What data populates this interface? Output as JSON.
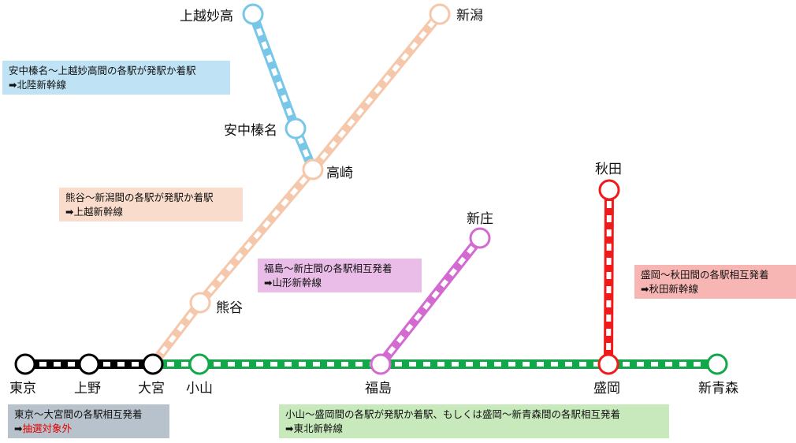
{
  "lines": [
    {
      "id": "tokyo-omiya",
      "color": "#000000",
      "stations": [
        "東京",
        "上野",
        "大宮"
      ]
    },
    {
      "id": "tohoku",
      "color": "#12a84a",
      "stations": [
        "大宮",
        "小山",
        "福島",
        "盛岡",
        "新青森"
      ]
    },
    {
      "id": "joetsu",
      "color": "#f5c7ab",
      "stations": [
        "大宮",
        "熊谷",
        "高崎",
        "新潟"
      ]
    },
    {
      "id": "hokuriku",
      "color": "#78c6e8",
      "stations": [
        "高崎",
        "安中榛名",
        "上越妙高"
      ]
    },
    {
      "id": "yamagata",
      "color": "#d36ad1",
      "stations": [
        "福島",
        "新庄"
      ]
    },
    {
      "id": "akita",
      "color": "#f01a1a",
      "stations": [
        "盛岡",
        "秋田"
      ]
    }
  ],
  "stations": {
    "tokyo": "東京",
    "ueno": "上野",
    "omiya": "大宮",
    "oyama": "小山",
    "fukushima": "福島",
    "morioka": "盛岡",
    "shinaomori": "新青森",
    "kumagaya": "熊谷",
    "takasaki": "高崎",
    "niigata": "新潟",
    "annakaharuna": "安中榛名",
    "joetsumyoko": "上越妙高",
    "shinjo": "新庄",
    "akita": "秋田"
  },
  "notes": {
    "hokuriku": {
      "line1": "安中榛名～上越妙高間の各駅が発駅か着駅",
      "arrow": "➡",
      "line2": "北陸新幹線",
      "color": "#bfe3f5"
    },
    "joetsu": {
      "line1": "熊谷～新潟間の各駅が発駅か着駅",
      "arrow": "➡",
      "line2": "上越新幹線",
      "color": "#f9dccb"
    },
    "yamagata": {
      "line1": "福島～新庄間の各駅相互発着",
      "arrow": "➡",
      "line2": "山形新幹線",
      "color": "#e9bde8"
    },
    "akita": {
      "line1": "盛岡～秋田間の各駅相互発着",
      "arrow": "➡",
      "line2": "秋田新幹線",
      "color": "#f7b6b4"
    },
    "tokyo": {
      "line1": "東京～大宮間の各駅相互発着",
      "arrow": "➡",
      "line2": "抽選対象外",
      "color": "#b8c2cc"
    },
    "tohoku": {
      "line1": "小山～盛岡間の各駅が発駅か着駅、もしくは盛岡～新青森間の各駅相互発着",
      "arrow": "➡",
      "line2": "東北新幹線",
      "color": "#c8e9bc"
    }
  }
}
